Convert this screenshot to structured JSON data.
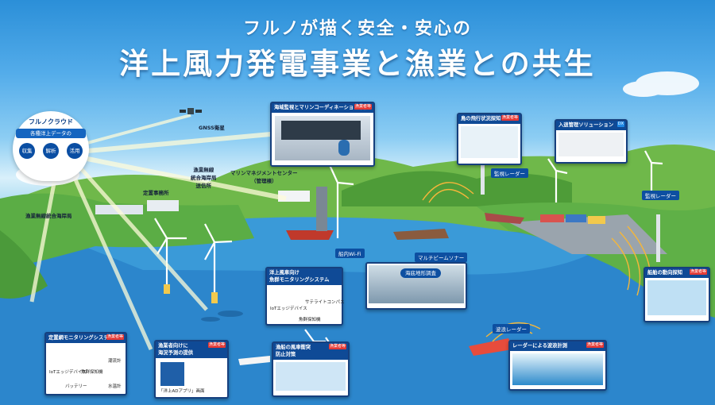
{
  "titles": {
    "line1": "フルノが描く安全・安心の",
    "line2": "洋上風力発電事業と漁業との共生"
  },
  "cloud": {
    "title": "フルノクラウド",
    "subtitle": "各種洋上データの",
    "actions": [
      "収集",
      "解析",
      "活用"
    ]
  },
  "satellite_label": "GNSS衛星",
  "places": {
    "fishery_radio": "漁業無線\n統合海岸局\n送信所",
    "fixed_office": "定置事務所",
    "coastal_station": "漁業無線統合海岸局",
    "marine_center": "マリンマネジメントセンター\n（管理棟）"
  },
  "panels": {
    "sea_monitoring": {
      "title": "海域監視とマリンコーディネーション業務",
      "badge": "漁業者等"
    },
    "bird_tracking": {
      "title": "鳥の飛行状況探知",
      "badge": "漁業者等"
    },
    "entry_management": {
      "title": "入退管理ソリューション",
      "badge": "DX"
    },
    "ship_detection": {
      "title": "船舶の動向探知",
      "badge": "漁業者等"
    },
    "wind_fishing_monitor": {
      "title": "洋上風車向け\n魚群モニタリングシステム",
      "items": [
        "IoTエッジデバイス",
        "魚群探知機",
        "サテライトコンパス"
      ]
    },
    "seabed_survey": {
      "title": "海底地形調査"
    },
    "fixed_net_monitor": {
      "title": "定置網モニタリングシステム",
      "badge": "漁業者等",
      "items": [
        "IoTエッジデバイス",
        "魚群探知機",
        "潮流計",
        "バッテリー",
        "水温計"
      ]
    },
    "fisher_forecast": {
      "title": "漁業者向けに\n海況予測の提供",
      "badge": "漁業者等",
      "items": [
        "「洋上ADアプリ」画面"
      ]
    },
    "wind_collision": {
      "title": "漁船の風車衝突\n防止対策",
      "badge": "漁業者等"
    },
    "wave_measure": {
      "title": "レーダーによる波浪計測",
      "badge": "漁業者等"
    }
  },
  "radars": {
    "monitor_radar_1": "監視レーダー",
    "monitor_radar_2": "監視レーダー",
    "onboard_wifi": "船内Wi-Fi",
    "multibeam_sonar": "マルチビームソナー",
    "wave_radar": "波浪レーダー"
  }
}
